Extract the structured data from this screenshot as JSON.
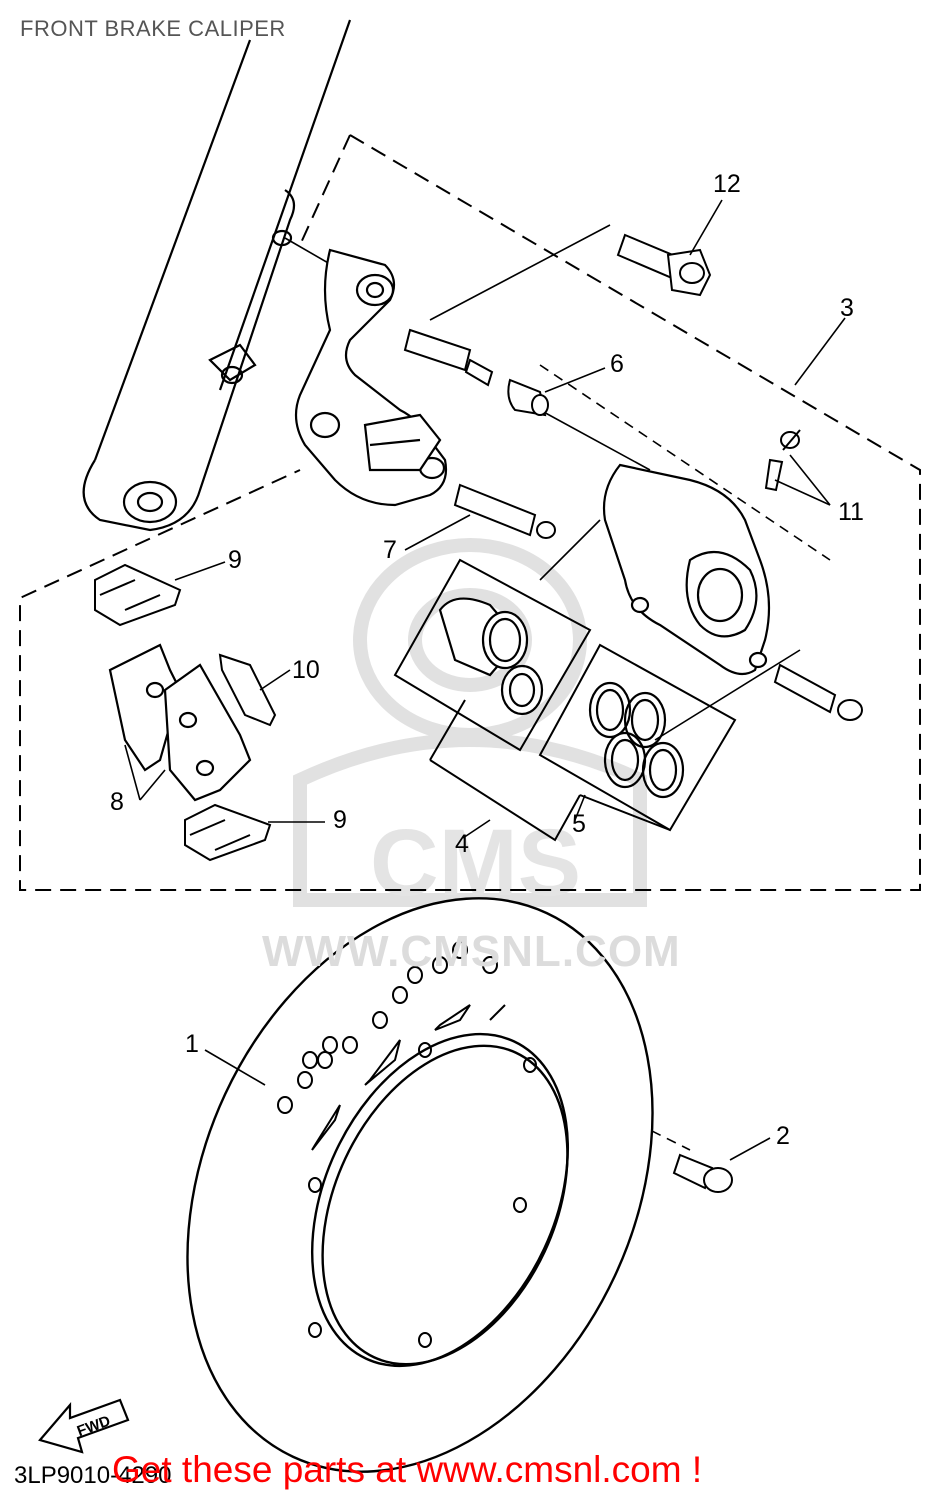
{
  "header": {
    "title": "FRONT BRAKE CALIPER"
  },
  "callouts": {
    "c1": "1",
    "c2": "2",
    "c3": "3",
    "c4": "4",
    "c5": "5",
    "c6": "6",
    "c7": "7",
    "c8": "8",
    "c9a": "9",
    "c9b": "9",
    "c10": "10",
    "c11": "11",
    "c12": "12"
  },
  "fwd_arrow": {
    "label": "FWD"
  },
  "watermark": {
    "text": "WWW.CMSNL.COM",
    "logo": "CMS"
  },
  "footer": {
    "drawing_code": "3LP9010-4290",
    "link_text": "Get these parts at www.cmsnl.com !",
    "link_color": "#ff0000"
  }
}
